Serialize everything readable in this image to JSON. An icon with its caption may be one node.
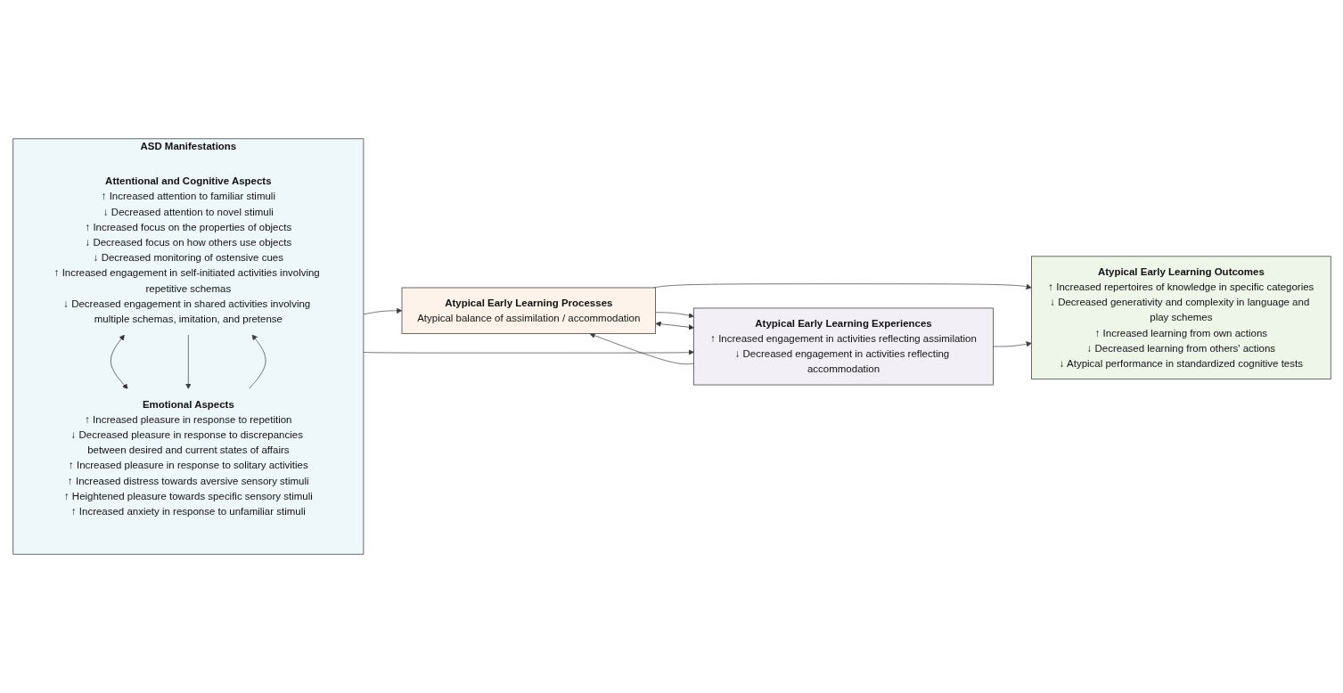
{
  "diagram": {
    "nodes": [
      {
        "text": [
          "ASD Manifestations"
        ]
      },
      {
        "text": [
          "Attentional and Cognitive Aspects",
          "↑ Increased attention to familiar stimuli",
          "↓ Decreased attention to novel stimuli",
          "↑ Increased focus on the properties of objects",
          "↓ Decreased focus on how others use objects",
          "↓ Decreased monitoring of ostensive cues",
          "↑ Increased engagement in self-initiated activities involving repetitive schemas",
          "↓ Decreased engagement in shared activities involving multiple schemas, imitation, and pretense"
        ],
        "in": 0
      },
      {
        "text": [
          "Emotional Aspects",
          "↑ Increased pleasure in response to repetition",
          "↓ Decreased pleasure in response to discrepancies between desired and current states of affairs",
          "↑ Increased pleasure in response to solitary activities",
          "↑ Increased distress towards aversive sensory stimuli",
          "↑ Heightened pleasure towards specific sensory stimuli",
          "↑ Increased anxiety in response to unfamiliar stimuli"
        ],
        "in": 0
      },
      {
        "text": [
          "Atypical Early Learning Processes",
          "Atypical balance of assimilation / accommodation"
        ]
      },
      {
        "text": [
          "Atypical Early Learning Experiences",
          "↑ Increased engagement in activities reflecting assimilation",
          "↓ Decreased engagement in activities reflecting accommodation"
        ]
      },
      {
        "text": [
          "Atypical Early Learning Outcomes",
          "↑ Increased repertoires of knowledge in specific categories",
          "↓ Decreased generativity and complexity in language and play schemes",
          "↑ Increased learning from own actions",
          "↓ Decreased learning from others' actions",
          "↓ Atypical performance in standardized cognitive tests"
        ]
      }
    ],
    "edges": [
      {
        "from": 1,
        "to": 2,
        "arrow": "both"
      },
      {
        "from": 2,
        "to": 1,
        "arrow": "to",
        "color": "#404040"
      },
      {
        "from": 1,
        "to": 2,
        "arrow": "to",
        "color": "#404040"
      },
      {
        "from": 0,
        "to": 3,
        "arrow": "to",
        "color": "#404040"
      },
      {
        "from": 0,
        "to": 4,
        "arrow": "to",
        "color": "#404040"
      },
      {
        "from": 4,
        "to": 3,
        "arrow": "to",
        "color": "#404040"
      },
      {
        "from": 3,
        "to": 4,
        "arrow": "to",
        "color": "#404040"
      },
      {
        "from": 3,
        "to": 4,
        "arrow": "both"
      },
      {
        "from": 3,
        "to": 5,
        "arrow": "to",
        "color": "#404040"
      },
      {
        "from": 4,
        "to": 5,
        "arrow": "to",
        "color": "#404040"
      }
    ]
  }
}
